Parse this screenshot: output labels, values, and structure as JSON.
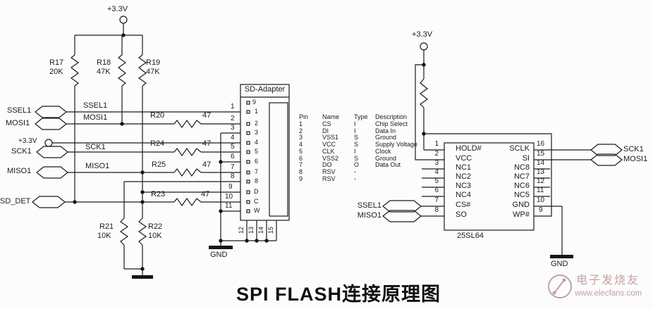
{
  "power": {
    "v33_top": "+3.3V",
    "v33_left": "+3.3V",
    "v33_right": "+3.3V",
    "gnd_mid": "GND",
    "gnd_right": "GND"
  },
  "resistors": {
    "r17": [
      "R17",
      "20K"
    ],
    "r18": [
      "R18",
      "47K"
    ],
    "r19": [
      "R19",
      "47K"
    ],
    "r20": [
      "R20",
      "47"
    ],
    "r24": [
      "R24",
      "47"
    ],
    "r25": [
      "R25",
      "47"
    ],
    "r23": [
      "R23",
      "47"
    ],
    "r21": [
      "R21",
      "10K"
    ],
    "r22": [
      "R22",
      "10K"
    ]
  },
  "ports": {
    "ssel1": "SSEL1",
    "mosi1": "MOSI1",
    "sck1": "SCK1",
    "miso1": "MISO1",
    "sd_det": "SD_DET",
    "chip_ssel1": "SSEL1",
    "chip_miso1": "MISO1",
    "right_sck1": "SCK1",
    "right_mosi1": "MOSI1"
  },
  "nets": {
    "ssel1": "SSEL1",
    "mosi1": "MOSI1",
    "sck1": "SCK1",
    "miso1": "MISO1"
  },
  "sd_adapter": {
    "title": "SD-Adapter",
    "inner": [
      "9",
      "1",
      "2",
      "3",
      "4",
      "5",
      "6",
      "7",
      "8",
      "D",
      "C",
      "W"
    ],
    "outer": [
      "1",
      "2",
      "3",
      "4",
      "5",
      "6",
      "7",
      "8",
      "9",
      "10",
      "11"
    ],
    "bottom": [
      "12",
      "13",
      "14",
      "15"
    ]
  },
  "pin_table": {
    "headers": [
      "Pin",
      "Name",
      "Type",
      "Description"
    ],
    "rows": [
      [
        "1",
        "CS",
        "I",
        "Chip Select"
      ],
      [
        "2",
        "DI",
        "I",
        "Data In"
      ],
      [
        "3",
        "VSS1",
        "S",
        "Ground"
      ],
      [
        "4",
        "VCC",
        "S",
        "Supply Voltage"
      ],
      [
        "5",
        "CLK",
        "I",
        "Clock"
      ],
      [
        "6",
        "VSS2",
        "S",
        "Ground"
      ],
      [
        "7",
        "DO",
        "O",
        "Data Out"
      ],
      [
        "8",
        "RSV",
        "-",
        ""
      ],
      [
        "9",
        "RSV",
        "-",
        ""
      ]
    ]
  },
  "flash": {
    "name": "25SL64",
    "left": [
      [
        "1",
        "HOLD#"
      ],
      [
        "2",
        "VCC"
      ],
      [
        "3",
        "NC1"
      ],
      [
        "4",
        "NC2"
      ],
      [
        "5",
        "NC3"
      ],
      [
        "6",
        "NC4"
      ],
      [
        "7",
        "CS#"
      ],
      [
        "8",
        "SO"
      ]
    ],
    "right": [
      [
        "16",
        "SCLK"
      ],
      [
        "15",
        "SI"
      ],
      [
        "14",
        "NC8"
      ],
      [
        "13",
        "NC7"
      ],
      [
        "12",
        "NC6"
      ],
      [
        "11",
        "NC5"
      ],
      [
        "10",
        "GND"
      ],
      [
        "9",
        "WP#"
      ]
    ]
  },
  "footer": {
    "title": "SPI FLASH连接原理图"
  },
  "watermark": {
    "brand": "电子发烧友",
    "site": "www.elecfans.com"
  },
  "colors": {
    "line": "#1b1b1b",
    "watermark": "#c2a2a2",
    "background": "#fcfcfc"
  }
}
